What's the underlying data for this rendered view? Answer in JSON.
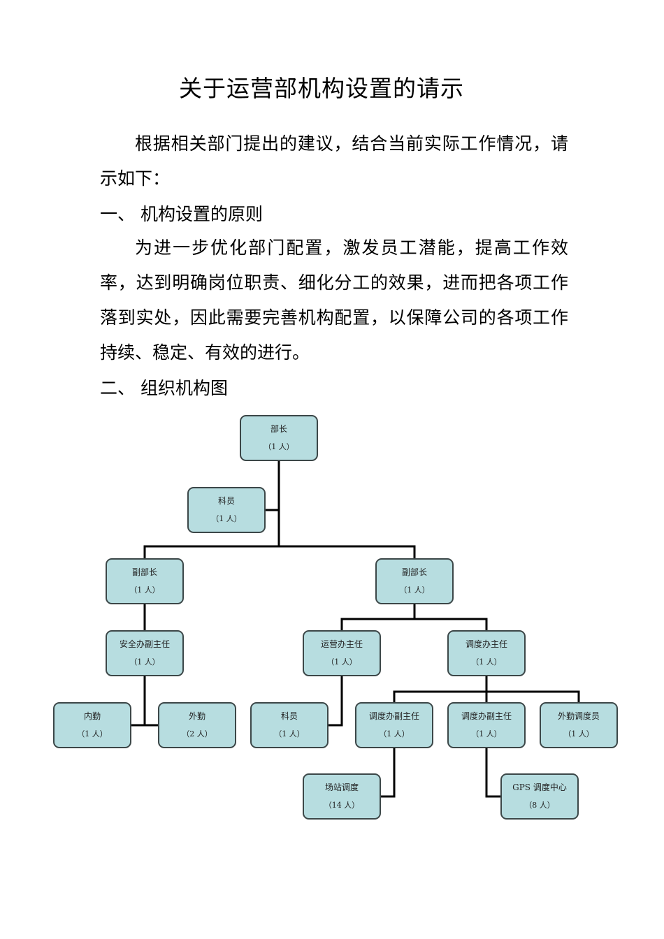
{
  "title": "关于运营部机构设置的请示",
  "intro": "根据相关部门提出的建议，结合当前实际工作情况，请示如下：",
  "section1": {
    "number": "一、",
    "heading": "机构设置的原则",
    "body": "为进一步优化部门配置，激发员工潜能，提高工作效率，达到明确岗位职责、细化分工的效果，进而把各项工作落到实处，因此需要完善机构配置，以保障公司的各项工作持续、稳定、有效的进行。"
  },
  "section2": {
    "number": "二、",
    "heading": "组织机构图"
  },
  "org_chart": {
    "colors": {
      "node_fill": "#b7dde0",
      "node_border": "#3c4748",
      "connector": "#000000"
    },
    "nodes": [
      {
        "id": "minister",
        "title": "部长",
        "count": "（1 人）"
      },
      {
        "id": "clerk-top",
        "title": "科员",
        "count": "（1 人）"
      },
      {
        "id": "deputy-left",
        "title": "副部长",
        "count": "（1 人）"
      },
      {
        "id": "deputy-right",
        "title": "副部长",
        "count": "（1 人）"
      },
      {
        "id": "safety-deputy",
        "title": "安全办副主任",
        "count": "（1 人）"
      },
      {
        "id": "ops-director",
        "title": "运营办主任",
        "count": "（1 人）"
      },
      {
        "id": "dispatch-director",
        "title": "调度办主任",
        "count": "（1 人）"
      },
      {
        "id": "internal",
        "title": "内勤",
        "count": "（1 人）"
      },
      {
        "id": "external",
        "title": "外勤",
        "count": "（2 人）"
      },
      {
        "id": "ops-clerk",
        "title": "科员",
        "count": "（1 人）"
      },
      {
        "id": "dispatch-deputy-1",
        "title": "调度办副主任",
        "count": "（1 人）"
      },
      {
        "id": "dispatch-deputy-2",
        "title": "调度办副主任",
        "count": "（1 人）"
      },
      {
        "id": "field-dispatcher",
        "title": "外勤调度员",
        "count": "（1 人）"
      },
      {
        "id": "station-dispatch",
        "title": "场站调度",
        "count": "（14 人）"
      },
      {
        "id": "gps-center",
        "title": "GPS 调度中心",
        "count": "（8 人）"
      }
    ]
  }
}
